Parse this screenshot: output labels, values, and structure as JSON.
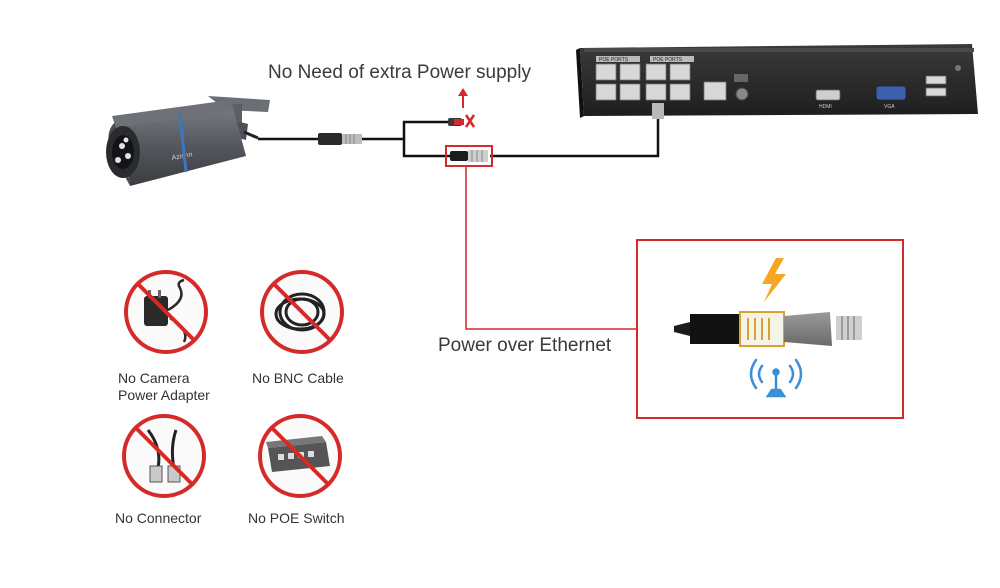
{
  "annotations": {
    "no_power_supply": "No Need of extra Power supply",
    "power_over_ethernet": "Power over Ethernet"
  },
  "camera": {
    "brand": "Azishn"
  },
  "nvr": {
    "port_group_1": "POE PORTS",
    "port_group_2": "POE PORTS",
    "hdmi_label": "HDMI",
    "vga_label": "VGA"
  },
  "prohibitions": [
    {
      "line1": "No Camera",
      "line2": "Power Adapter"
    },
    {
      "line1": "No BNC Cable"
    },
    {
      "line1": "No Connector"
    },
    {
      "line1": "No POE Switch"
    }
  ],
  "colors": {
    "accent_red": "#d42a2a",
    "camera_body": "#5a5d63",
    "nvr_body": "#2b2b2b",
    "lightning": "#f5a623",
    "wifi": "#3a8fd8"
  },
  "icons": [
    "lightning-icon",
    "wifi-antenna-icon",
    "rj45-plug-icon",
    "no-entry-icon"
  ]
}
